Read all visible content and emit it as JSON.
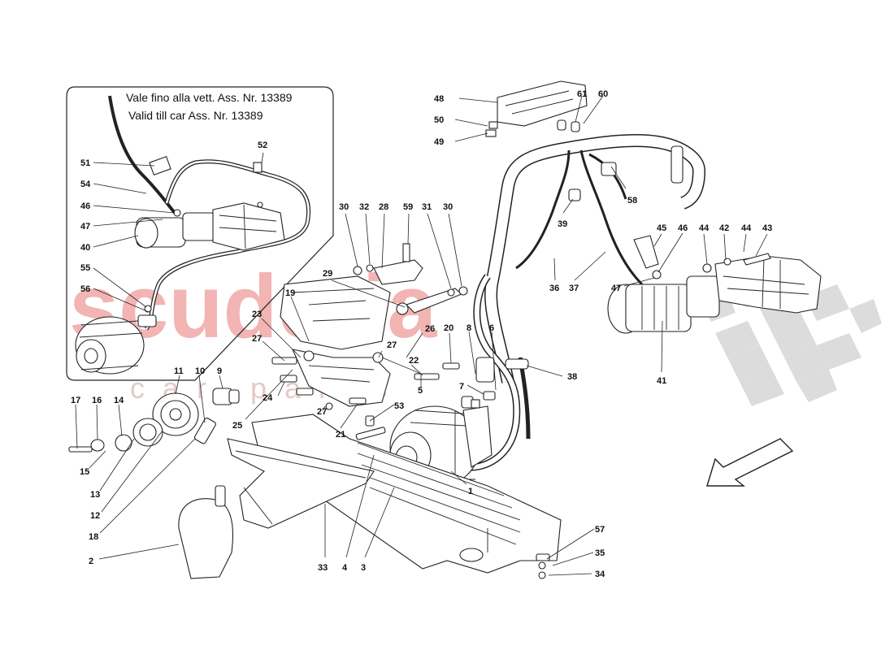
{
  "inset_note": {
    "line1": "Vale fino alla vett. Ass. Nr. 13389",
    "line2": "Valid till car Ass. Nr. 13389"
  },
  "watermark": {
    "main": "scuderia",
    "sub": "car parts"
  },
  "colors": {
    "watermark_red": "#f3b4b4",
    "checker_grey": "#d9d9d9",
    "line": "#222222"
  },
  "callouts": [
    {
      "id": "c48",
      "text": "48"
    },
    {
      "id": "c50",
      "text": "50"
    },
    {
      "id": "c49",
      "text": "49"
    },
    {
      "id": "c61",
      "text": "61"
    },
    {
      "id": "c60",
      "text": "60"
    },
    {
      "id": "c58",
      "text": "58"
    },
    {
      "id": "c39",
      "text": "39"
    },
    {
      "id": "c45",
      "text": "45"
    },
    {
      "id": "c46b",
      "text": "46"
    },
    {
      "id": "c44a",
      "text": "44"
    },
    {
      "id": "c42",
      "text": "42"
    },
    {
      "id": "c44b",
      "text": "44"
    },
    {
      "id": "c43",
      "text": "43"
    },
    {
      "id": "c47b",
      "text": "47"
    },
    {
      "id": "c36",
      "text": "36"
    },
    {
      "id": "c37",
      "text": "37"
    },
    {
      "id": "c41",
      "text": "41"
    },
    {
      "id": "c38",
      "text": "38"
    },
    {
      "id": "c30a",
      "text": "30"
    },
    {
      "id": "c32",
      "text": "32"
    },
    {
      "id": "c28",
      "text": "28"
    },
    {
      "id": "c59",
      "text": "59"
    },
    {
      "id": "c31",
      "text": "31"
    },
    {
      "id": "c30b",
      "text": "30"
    },
    {
      "id": "c29",
      "text": "29"
    },
    {
      "id": "c19",
      "text": "19"
    },
    {
      "id": "c23",
      "text": "23"
    },
    {
      "id": "c27a",
      "text": "27"
    },
    {
      "id": "c27b",
      "text": "27"
    },
    {
      "id": "c26",
      "text": "26"
    },
    {
      "id": "c20",
      "text": "20"
    },
    {
      "id": "c8",
      "text": "8"
    },
    {
      "id": "c6",
      "text": "6"
    },
    {
      "id": "c22",
      "text": "22"
    },
    {
      "id": "c24",
      "text": "24"
    },
    {
      "id": "c27c",
      "text": "27"
    },
    {
      "id": "c25",
      "text": "25"
    },
    {
      "id": "c21",
      "text": "21"
    },
    {
      "id": "c53",
      "text": "53"
    },
    {
      "id": "c5",
      "text": "5"
    },
    {
      "id": "c7",
      "text": "7"
    },
    {
      "id": "c11",
      "text": "11"
    },
    {
      "id": "c10",
      "text": "10"
    },
    {
      "id": "c9",
      "text": "9"
    },
    {
      "id": "c17",
      "text": "17"
    },
    {
      "id": "c16",
      "text": "16"
    },
    {
      "id": "c14",
      "text": "14"
    },
    {
      "id": "c15",
      "text": "15"
    },
    {
      "id": "c13",
      "text": "13"
    },
    {
      "id": "c12",
      "text": "12"
    },
    {
      "id": "c18",
      "text": "18"
    },
    {
      "id": "c2",
      "text": "2"
    },
    {
      "id": "c33",
      "text": "33"
    },
    {
      "id": "c4",
      "text": "4"
    },
    {
      "id": "c3",
      "text": "3"
    },
    {
      "id": "c1",
      "text": "1"
    },
    {
      "id": "c57",
      "text": "57"
    },
    {
      "id": "c35",
      "text": "35"
    },
    {
      "id": "c34",
      "text": "34"
    },
    {
      "id": "c51",
      "text": "51"
    },
    {
      "id": "c52",
      "text": "52"
    },
    {
      "id": "c54",
      "text": "54"
    },
    {
      "id": "c46a",
      "text": "46"
    },
    {
      "id": "c47a",
      "text": "47"
    },
    {
      "id": "c40",
      "text": "40"
    },
    {
      "id": "c55",
      "text": "55"
    },
    {
      "id": "c56",
      "text": "56"
    }
  ]
}
